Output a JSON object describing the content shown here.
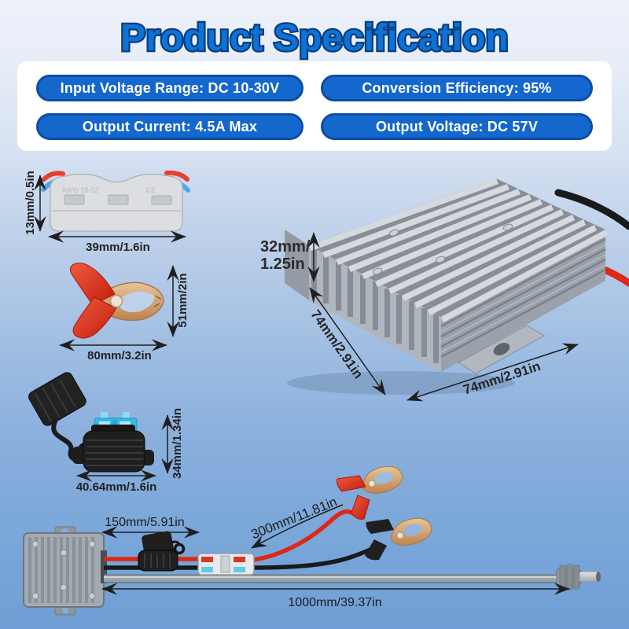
{
  "title": "Product Specification",
  "specs": {
    "input_voltage": "Input Voltage Range: DC 10-30V",
    "efficiency": "Conversion Efficiency: 95%",
    "output_current": "Output Current: 4.5A Max",
    "output_voltage": "Output Voltage: DC 57V"
  },
  "dimensions": {
    "connector": {
      "height": "13mm/0.5in",
      "width": "39mm/1.6in"
    },
    "alligator_clip": {
      "height": "51mm/2in",
      "width": "80mm/3.2in"
    },
    "fuse_holder": {
      "height": "34mm/1.34in",
      "width": "40.64mm/1.6in"
    },
    "converter": {
      "height_line1": "32mm/",
      "height_line2": "1.25in",
      "depth": "74mm/2.91in",
      "width": "74mm/2.91in"
    },
    "assembly": {
      "input_section": "150mm/5.91in",
      "clip_wires": "300mm/11.81in",
      "output_cable": "1000mm/39.37in"
    }
  },
  "connector_markings": {
    "awg": "AWG 28-12",
    "ce": "CE"
  },
  "colors": {
    "accent_blue": "#1467cd",
    "badge_border": "#0c4da6",
    "title_blue": "#0e72d6",
    "title_outline": "#0a3e7c",
    "wire_red": "#dd2718",
    "wire_black": "#191a1c",
    "fuse_blue": "#35bce8",
    "copper": "#d6a474"
  }
}
